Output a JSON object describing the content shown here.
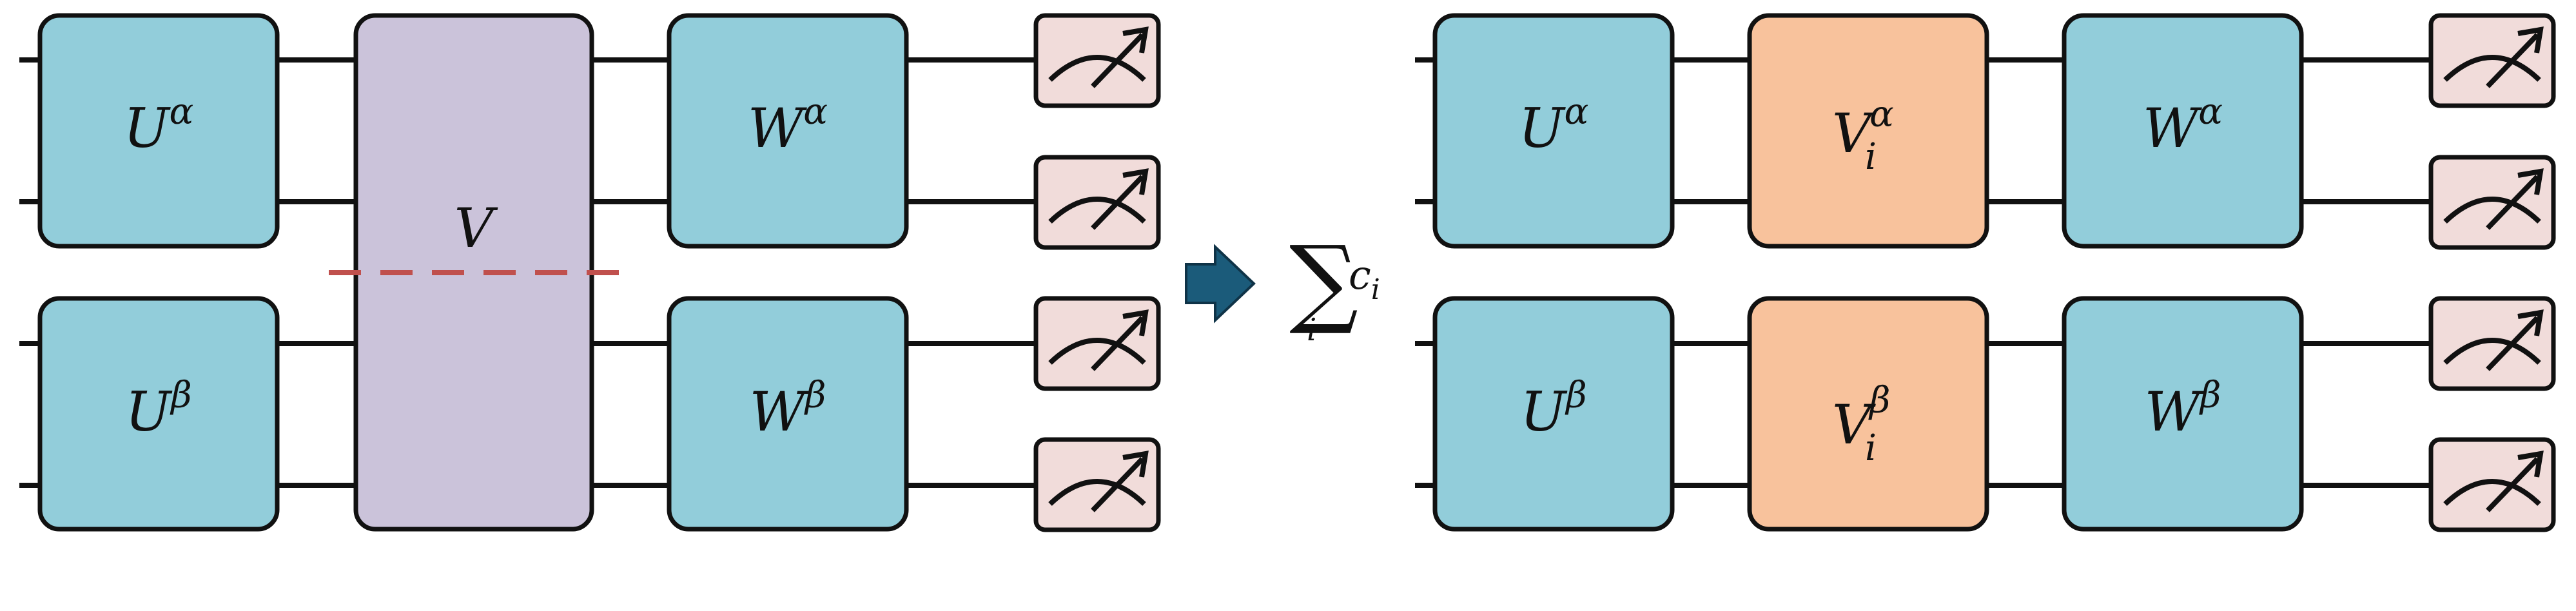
{
  "colors": {
    "wire": "#111111",
    "gate_blue": "#92cdda",
    "gate_purple": "#cbc3da",
    "gate_orange": "#f8c29c",
    "meter_fill": "#f1dcda",
    "cut_line": "#c0504d",
    "arrow": "#1b5b7a"
  },
  "left_circuit": {
    "gates": {
      "u_alpha": {
        "base": "U",
        "sup": "α"
      },
      "u_beta": {
        "base": "U",
        "sup": "β"
      },
      "v": {
        "base": "V"
      },
      "w_alpha": {
        "base": "W",
        "sup": "α"
      },
      "w_beta": {
        "base": "W",
        "sup": "β"
      }
    },
    "meter_icon": "measurement-meter-icon"
  },
  "sum": {
    "symbol": "∑",
    "index": "i",
    "coef": "c",
    "coef_sub": "i"
  },
  "arrow_icon": "right-arrow-icon",
  "right_circuit": {
    "gates": {
      "u_alpha": {
        "base": "U",
        "sup": "α"
      },
      "u_beta": {
        "base": "U",
        "sup": "β"
      },
      "vi_alpha": {
        "base": "V",
        "sup": "α",
        "sub": "i"
      },
      "vi_beta": {
        "base": "V",
        "sup": "β",
        "sub": "i"
      },
      "w_alpha": {
        "base": "W",
        "sup": "α"
      },
      "w_beta": {
        "base": "W",
        "sup": "β"
      }
    },
    "meter_icon": "measurement-meter-icon"
  }
}
